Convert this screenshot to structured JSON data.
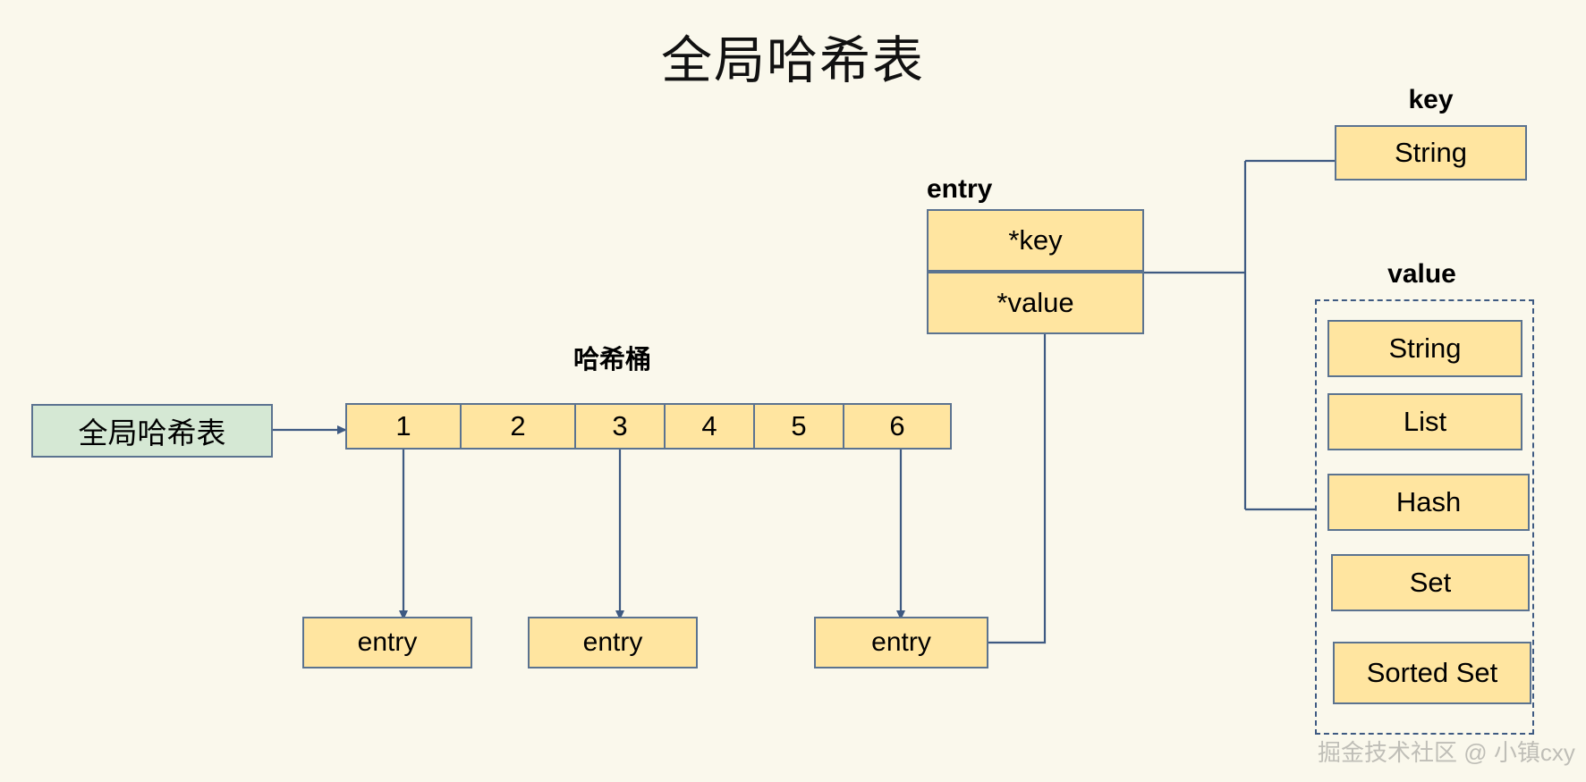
{
  "title": "全局哈希表",
  "watermark": "掘金技术社区 @ 小镇cxy",
  "colors": {
    "background": "#faf8ec",
    "node_fill": "#ffe5a0",
    "node_border": "#5b7390",
    "green_fill": "#d5e8d4",
    "wire": "#3e5a82",
    "dashed_border": "#3e5a82"
  },
  "left": {
    "global_table_label": "全局哈希表"
  },
  "bucket": {
    "caption": "哈希桶",
    "cells": [
      "1",
      "2",
      "3",
      "4",
      "5",
      "6"
    ]
  },
  "entries": [
    {
      "label": "entry"
    },
    {
      "label": "entry"
    },
    {
      "label": "entry"
    }
  ],
  "entry_detail": {
    "caption": "entry",
    "rows": [
      "*key",
      "*value"
    ]
  },
  "key_group": {
    "caption": "key",
    "items": [
      "String"
    ]
  },
  "value_group": {
    "caption": "value",
    "items": [
      "String",
      "List",
      "Hash",
      "Set",
      "Sorted Set"
    ]
  }
}
